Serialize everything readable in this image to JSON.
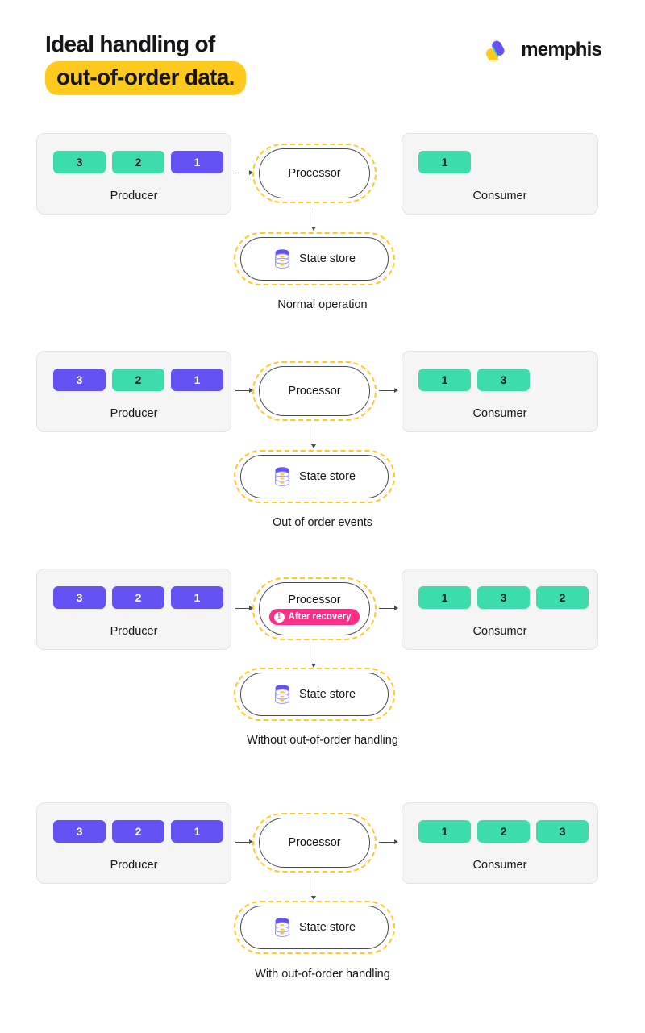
{
  "header": {
    "title_line1": "Ideal handling of",
    "title_line2": "out-of-order data.",
    "highlight_color": "#FFC91E",
    "logo_text": "memphis"
  },
  "palette": {
    "teal": "#3DDCAD",
    "purple": "#6552F5",
    "yellow": "#FFC91E",
    "pink": "#FF2D87",
    "box_bg": "#f5f5f5",
    "text": "#16161a"
  },
  "labels": {
    "producer": "Producer",
    "consumer": "Consumer",
    "processor": "Processor",
    "state_store": "State store"
  },
  "rows": [
    {
      "caption": "Normal operation",
      "producer_tiles": [
        {
          "value": "3",
          "color": "teal"
        },
        {
          "value": "2",
          "color": "teal"
        },
        {
          "value": "1",
          "color": "purple"
        }
      ],
      "consumer_tiles": [
        {
          "value": "1",
          "color": "teal"
        }
      ],
      "badge": null,
      "arrow_to_consumer": false
    },
    {
      "caption": "Out of order events",
      "producer_tiles": [
        {
          "value": "3",
          "color": "purple"
        },
        {
          "value": "2",
          "color": "teal"
        },
        {
          "value": "1",
          "color": "purple"
        }
      ],
      "consumer_tiles": [
        {
          "value": "1",
          "color": "teal"
        },
        {
          "value": "3",
          "color": "teal"
        }
      ],
      "badge": null,
      "arrow_to_consumer": true
    },
    {
      "caption": "Without out-of-order handling",
      "producer_tiles": [
        {
          "value": "3",
          "color": "purple"
        },
        {
          "value": "2",
          "color": "purple"
        },
        {
          "value": "1",
          "color": "purple"
        }
      ],
      "consumer_tiles": [
        {
          "value": "1",
          "color": "teal"
        },
        {
          "value": "3",
          "color": "teal"
        },
        {
          "value": "2",
          "color": "teal"
        }
      ],
      "badge": {
        "text": "After recovery",
        "icon": "exclamation-icon",
        "symbol": "!"
      },
      "arrow_to_consumer": true
    },
    {
      "caption": "With out-of-order handling",
      "producer_tiles": [
        {
          "value": "3",
          "color": "purple"
        },
        {
          "value": "2",
          "color": "purple"
        },
        {
          "value": "1",
          "color": "purple"
        }
      ],
      "consumer_tiles": [
        {
          "value": "1",
          "color": "teal"
        },
        {
          "value": "2",
          "color": "teal"
        },
        {
          "value": "3",
          "color": "teal"
        }
      ],
      "badge": null,
      "arrow_to_consumer": true
    }
  ]
}
